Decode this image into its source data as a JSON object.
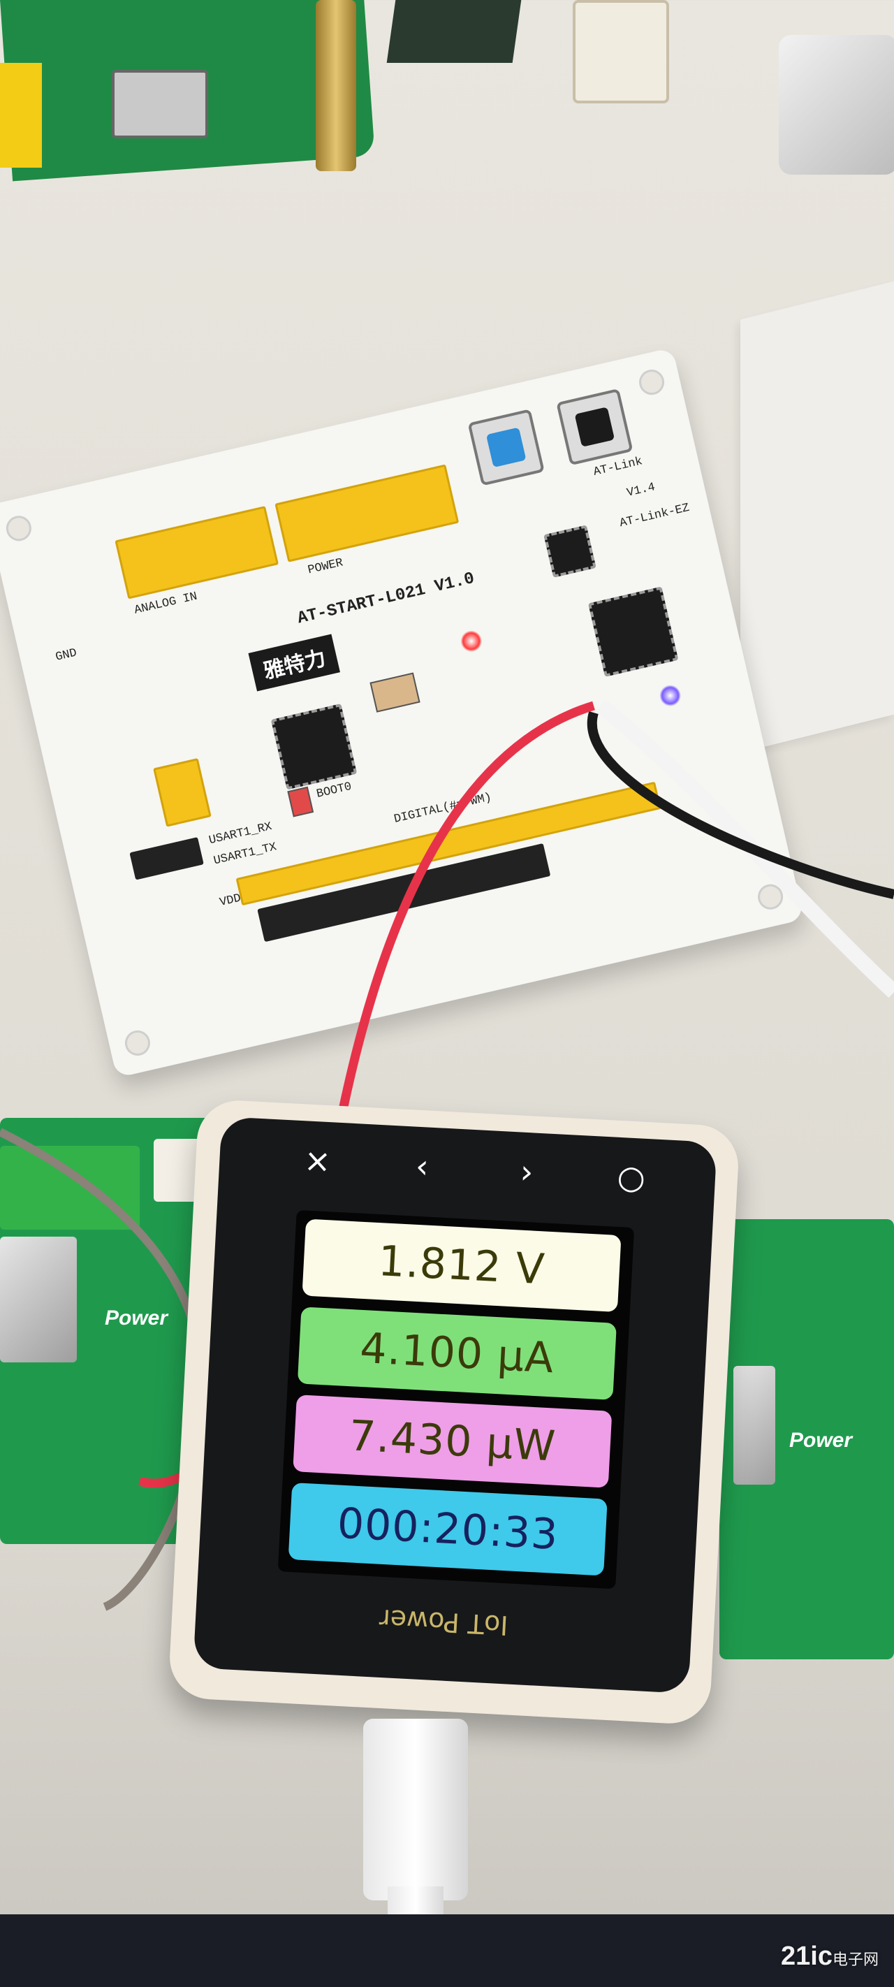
{
  "meter": {
    "voltage": "1.812  V",
    "current": "4.100  µA",
    "power": "7.430  µW",
    "elapsed": "000:20:33",
    "buttons": [
      "×",
      "‹",
      "›",
      "○"
    ],
    "brand": "IoT Power",
    "row_colors": [
      "#fbfbe8",
      "#7fe07a",
      "#ef9ee8",
      "#3fc9ea"
    ]
  },
  "board": {
    "name": "AT-START-L021 V1.0",
    "brand": "雅特力",
    "link_label": "AT-Link-EZ",
    "link_version": "V1.4",
    "at_link": "AT-Link",
    "power_label": "POWER",
    "analog_label": "ANALOG IN",
    "digital_label": "DIGITAL(#=PWM)",
    "usart_tx": "USART1_TX",
    "usart_rx": "USART1_RX",
    "gnd": "GND",
    "vdd": "VDD",
    "boot0": "BOOT0"
  },
  "side_boards": {
    "left_label": "Power",
    "right_label": "Power"
  },
  "watermark": {
    "main": "21ic",
    "sub": "电子网"
  }
}
